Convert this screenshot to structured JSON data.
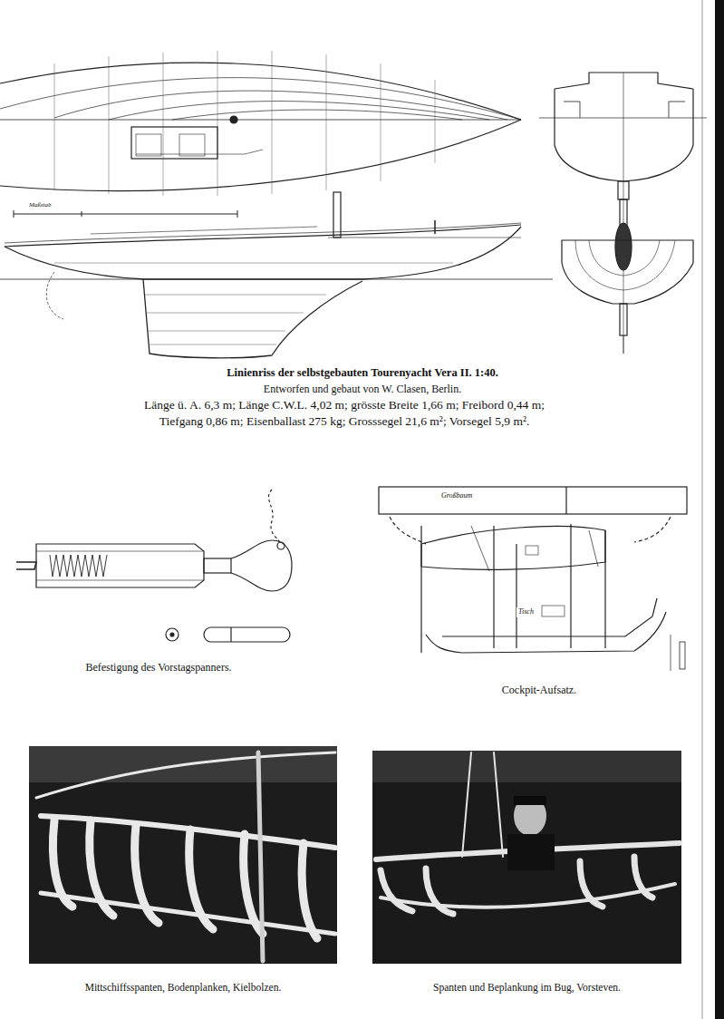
{
  "diagram": {
    "labels": [
      "Linienriss der selbstgebauten Tourenyacht Vera II. 1:40.",
      "Entworfen und gebaut von W. Clasen, Berlin.",
      "Länge ü. A. 6,3 m; Länge C.W.L. 4,02 m; grösste Breite 1,66 m; Freibord 0,44 m; Tiefgang 0,86 m; Eisenballast 275 kg; Grosssegel 21,6 m²; Vorsegel 5,9 m².",
      "Maßstab",
      "Befestigung des Vorstagspanners.",
      "Großbaum",
      "Tisch",
      "Cockpit-Aufsatz.",
      "Mittschiffsspanten, Bodenplanken, Kielbolzen.",
      "Spanten und Beplankung im Bug, Vorsteven."
    ]
  }
}
